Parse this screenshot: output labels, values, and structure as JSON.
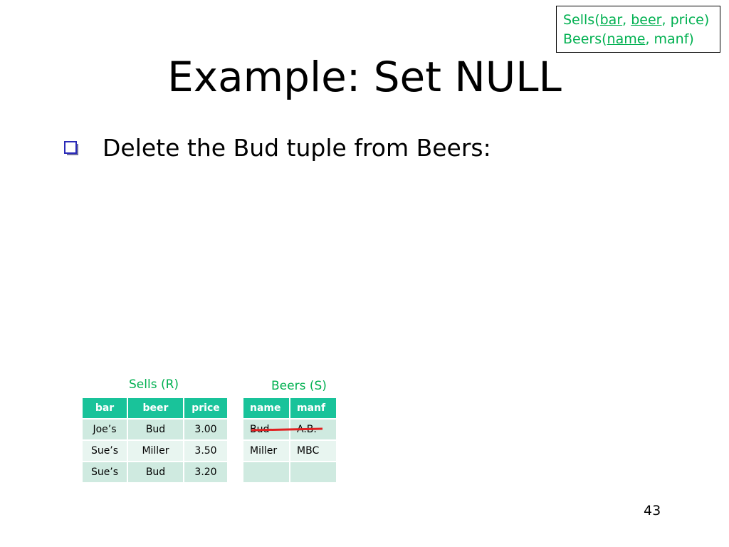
{
  "schema": {
    "sells_prefix": "Sells(",
    "sells_key1": "bar",
    "sells_sep1": ", ",
    "sells_key2": "beer",
    "sells_rest": ", price)",
    "beers_prefix": "Beers(",
    "beers_key": "name",
    "beers_rest": ", manf)"
  },
  "title": "Example: Set NULL",
  "bullet": "Delete the Bud tuple from Beers:",
  "sells": {
    "caption": "Sells (R)",
    "headers": [
      "bar",
      "beer",
      "price"
    ],
    "rows": [
      [
        "Joe’s",
        "Bud",
        "3.00"
      ],
      [
        "Sue’s",
        "Miller",
        "3.50"
      ],
      [
        "Sue’s",
        "Bud",
        "3.20"
      ]
    ]
  },
  "beers": {
    "caption": "Beers (S)",
    "headers": [
      "name",
      "manf"
    ],
    "rows": [
      [
        "Bud",
        "A.B."
      ],
      [
        "Miller",
        "MBC"
      ],
      [
        "",
        ""
      ]
    ]
  },
  "strike_color": "#e02020",
  "page_number": "43"
}
